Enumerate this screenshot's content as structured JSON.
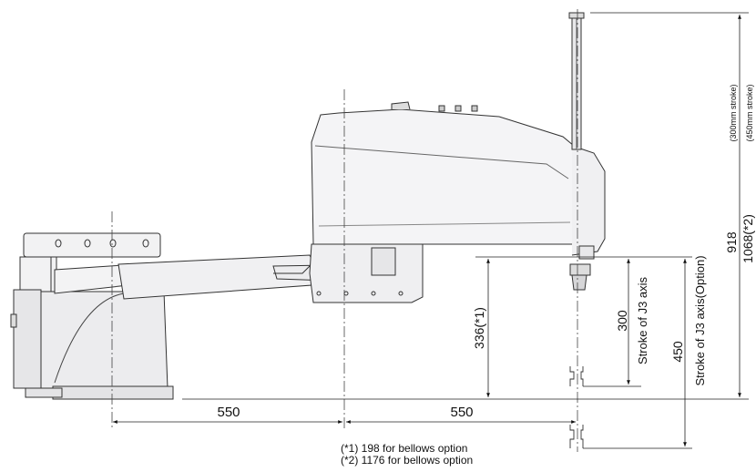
{
  "dimensions": {
    "base_to_j2": "550",
    "j2_to_j3": "550",
    "height_j3_end": "336(*1)",
    "stroke_std_value": "300",
    "stroke_std_label": "Stroke of J3 axis",
    "stroke_opt_value": "450",
    "stroke_opt_label": "Stroke of J3 axis(Option)",
    "total_std_value": "918",
    "total_std_note": "(300mm stroke)",
    "total_opt_value": "1068(*2)",
    "total_opt_note": "(450mm stroke)"
  },
  "notes": [
    "(*1) 198 for bellows option",
    "(*2) 1176 for bellows option"
  ]
}
